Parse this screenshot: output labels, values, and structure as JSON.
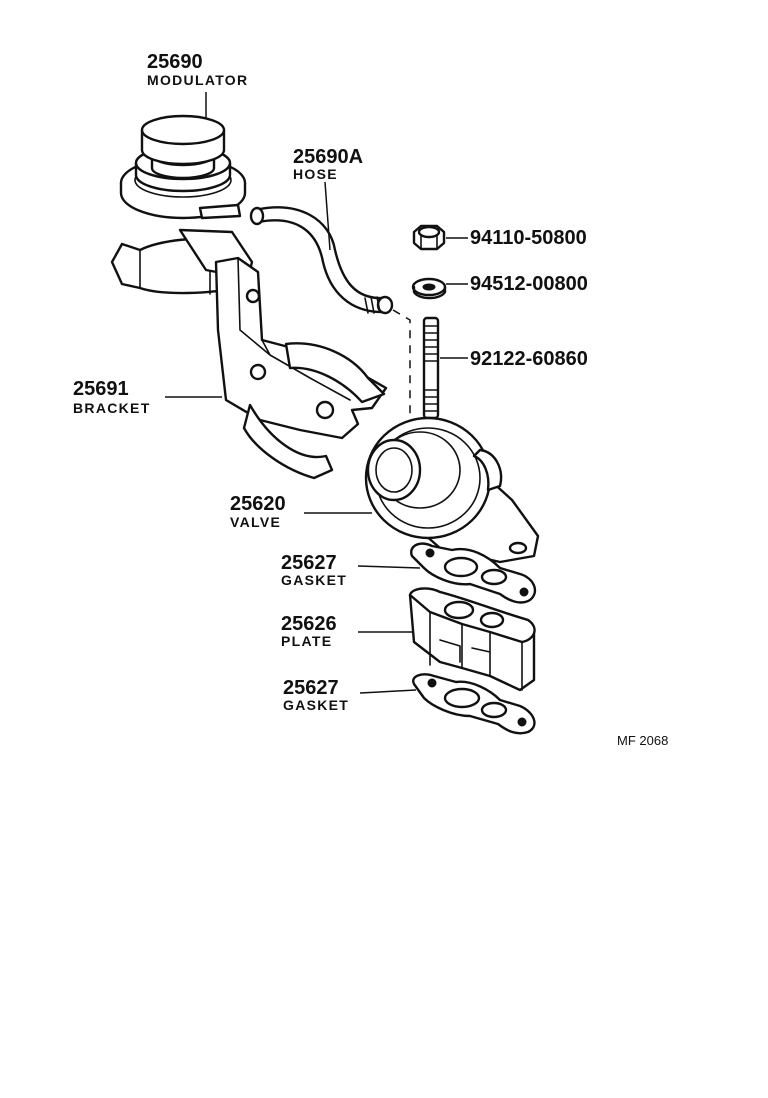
{
  "diagram_ref": "MF 2068",
  "parts": [
    {
      "id": "modulator",
      "number": "25690",
      "name": "MODULATOR"
    },
    {
      "id": "hose",
      "number": "25690A",
      "name": "HOSE"
    },
    {
      "id": "nut",
      "number": "94110-50800",
      "name": ""
    },
    {
      "id": "washer",
      "number": "94512-00800",
      "name": ""
    },
    {
      "id": "stud",
      "number": "92122-60860",
      "name": ""
    },
    {
      "id": "bracket",
      "number": "25691",
      "name": "BRACKET"
    },
    {
      "id": "valve",
      "number": "25620",
      "name": "VALVE"
    },
    {
      "id": "gasket-upper",
      "number": "25627",
      "name": "GASKET"
    },
    {
      "id": "plate",
      "number": "25626",
      "name": "PLATE"
    },
    {
      "id": "gasket-lower",
      "number": "25627",
      "name": "GASKET"
    }
  ]
}
